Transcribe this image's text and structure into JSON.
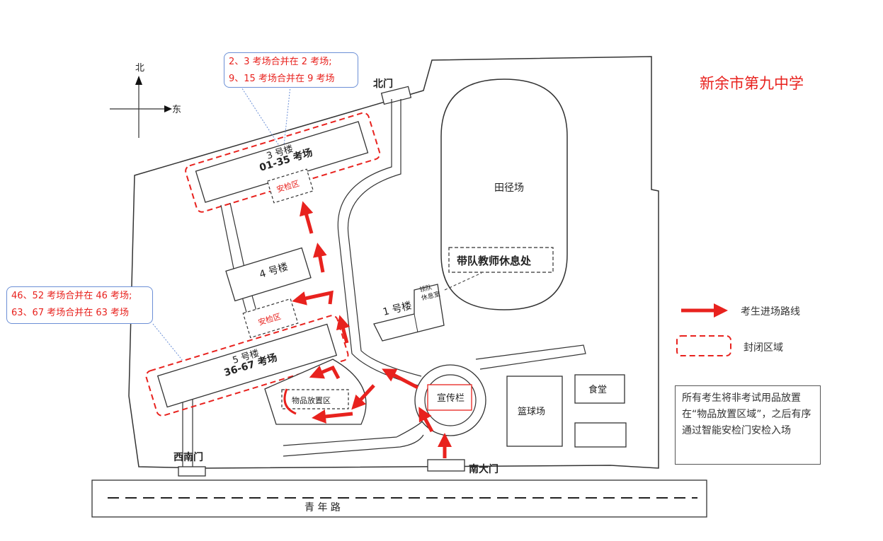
{
  "school_name": "新余市第九中学",
  "compass": {
    "north": "北",
    "east": "东"
  },
  "callouts": {
    "top": [
      "2、3 考场合并在 2 考场;",
      "9、15 考场合并在 9 考场"
    ],
    "left": [
      "46、52 考场合并在 46 考场;",
      "63、67 考场合并在 63 考场"
    ]
  },
  "gates": {
    "north": "北门",
    "southwest": "西南门",
    "south": "南大门"
  },
  "buildings": {
    "b3": {
      "name": "3 号楼",
      "rooms": "01-35 考场"
    },
    "b4": {
      "name": "4 号楼"
    },
    "b5": {
      "name": "5 号楼",
      "rooms": "36-67 考场"
    },
    "b1": {
      "name": "1 号楼"
    },
    "b1_annex": "领队休息室"
  },
  "zones": {
    "security": "安检区",
    "storage": "物品放置区",
    "teacher_rest": "带队教师休息处",
    "track": "田径场",
    "bulletin": "宣传栏",
    "basketball": "篮球场",
    "canteen": "食堂"
  },
  "road": "青 年 路",
  "legend": {
    "route": "考生进场路线",
    "closed": "封闭区域"
  },
  "note": "所有考生将非考试用品放置在“物品放置区域”，之后有序通过智能安检门安检入场",
  "colors": {
    "accent": "#e8221e",
    "line": "#333333",
    "callout_border": "#6b8fd6"
  }
}
